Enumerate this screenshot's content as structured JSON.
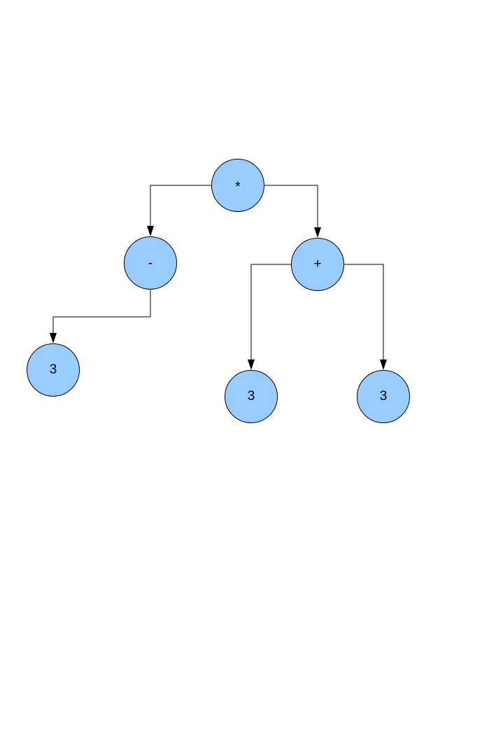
{
  "diagram": {
    "type": "expression-tree",
    "node_fill": "#99ccff",
    "line_color": "#000000",
    "nodes": {
      "root": {
        "label": "*"
      },
      "minus": {
        "label": "-"
      },
      "plus": {
        "label": "+"
      },
      "leaf_a": {
        "label": "3"
      },
      "leaf_b": {
        "label": "3"
      },
      "leaf_c": {
        "label": "3"
      }
    },
    "edges": [
      {
        "from": "root",
        "to": "minus"
      },
      {
        "from": "root",
        "to": "plus"
      },
      {
        "from": "minus",
        "to": "leaf_a"
      },
      {
        "from": "plus",
        "to": "leaf_b"
      },
      {
        "from": "plus",
        "to": "leaf_c"
      }
    ]
  }
}
